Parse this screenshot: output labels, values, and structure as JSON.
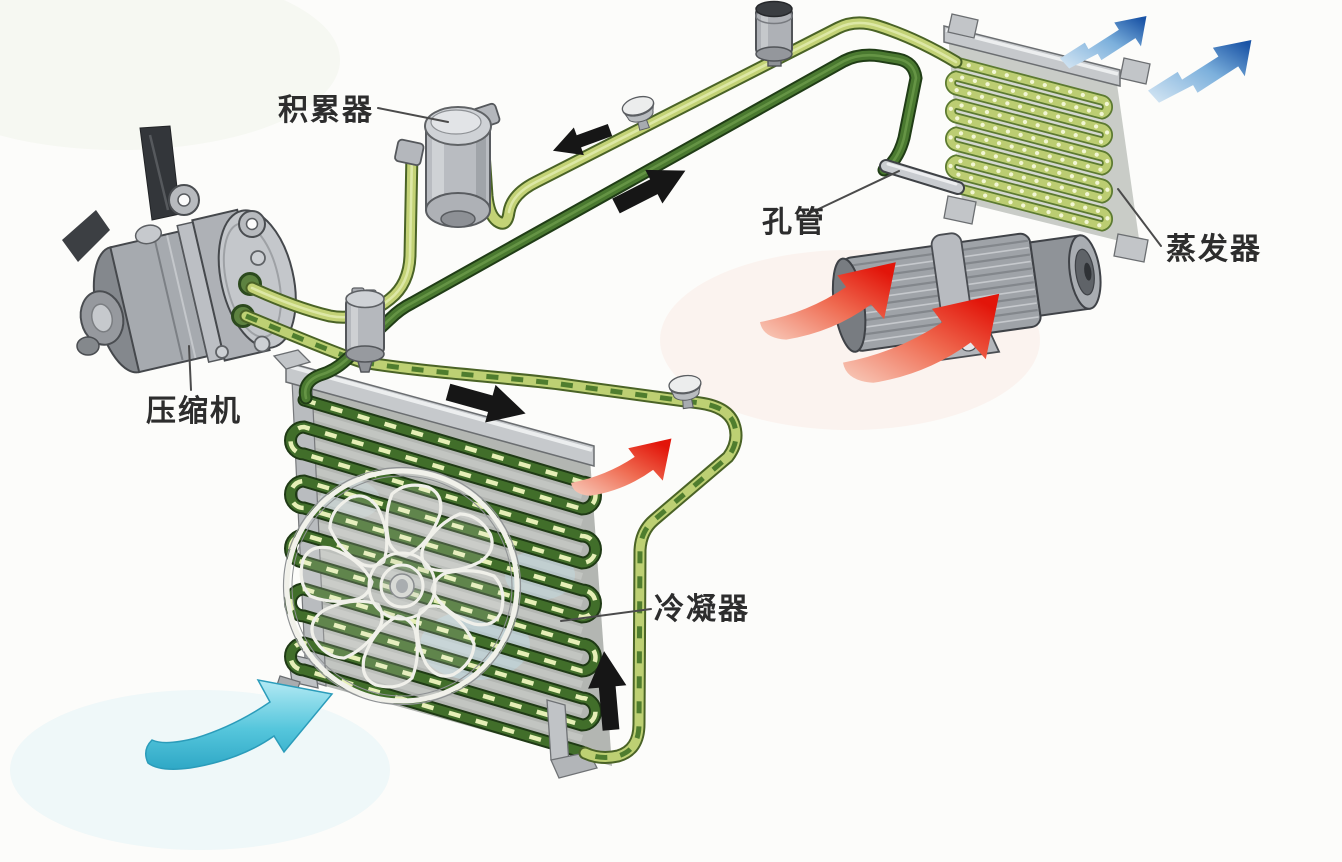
{
  "diagram": {
    "labels": {
      "accumulator": "积累器",
      "compressor": "压缩机",
      "orifice_tube": "孔管",
      "evaporator": "蒸发器",
      "condenser": "冷凝器"
    },
    "colors": {
      "background": "#fcfcfa",
      "tube_light_green": "#c3d276",
      "tube_dark_green": "#4a7930",
      "metal_gray": "#c2c5ca",
      "flow_arrow_black": "#161616",
      "hot_air_red": "#e2150a",
      "cold_air_blue": "#1a54a6",
      "intake_air_cyan": "#3cbcd8"
    }
  }
}
